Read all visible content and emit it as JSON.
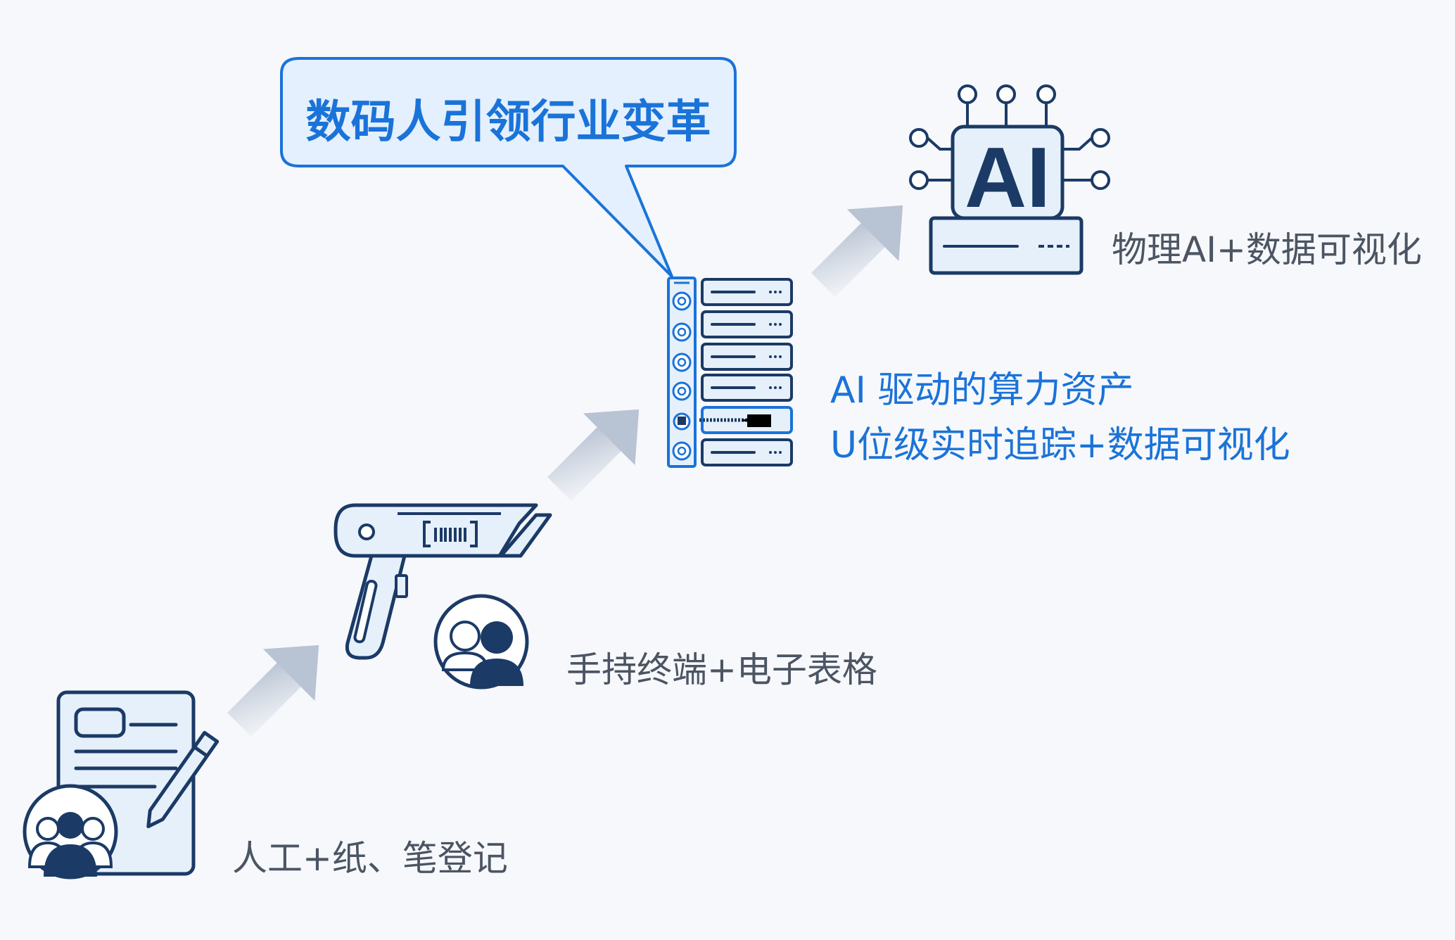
{
  "callout": {
    "title": "数码人引领行业变革"
  },
  "stages": [
    {
      "id": "manual",
      "label": "人工+纸、笔登记"
    },
    {
      "id": "handheld",
      "label": "手持终端+电子表格"
    },
    {
      "id": "ai-asset",
      "label_line1": "AI 驱动的算力资产",
      "label_line2": "U位级实时追踪+数据可视化"
    },
    {
      "id": "physical-ai",
      "label": "物理AI+数据可视化"
    }
  ],
  "ai_chip": {
    "text": "AI"
  },
  "colors": {
    "outline": "#1b3a66",
    "fill_light": "#e6f0fb",
    "accent_blue": "#1a73d9",
    "text_gray": "#4b5563",
    "background": "#f7f8fb"
  },
  "icons": [
    "document-icon",
    "pen-icon",
    "user-group-icon",
    "barcode-scanner-icon",
    "user-pair-icon",
    "server-rack-icon",
    "ai-chip-icon",
    "arrow-up-right-icon"
  ]
}
